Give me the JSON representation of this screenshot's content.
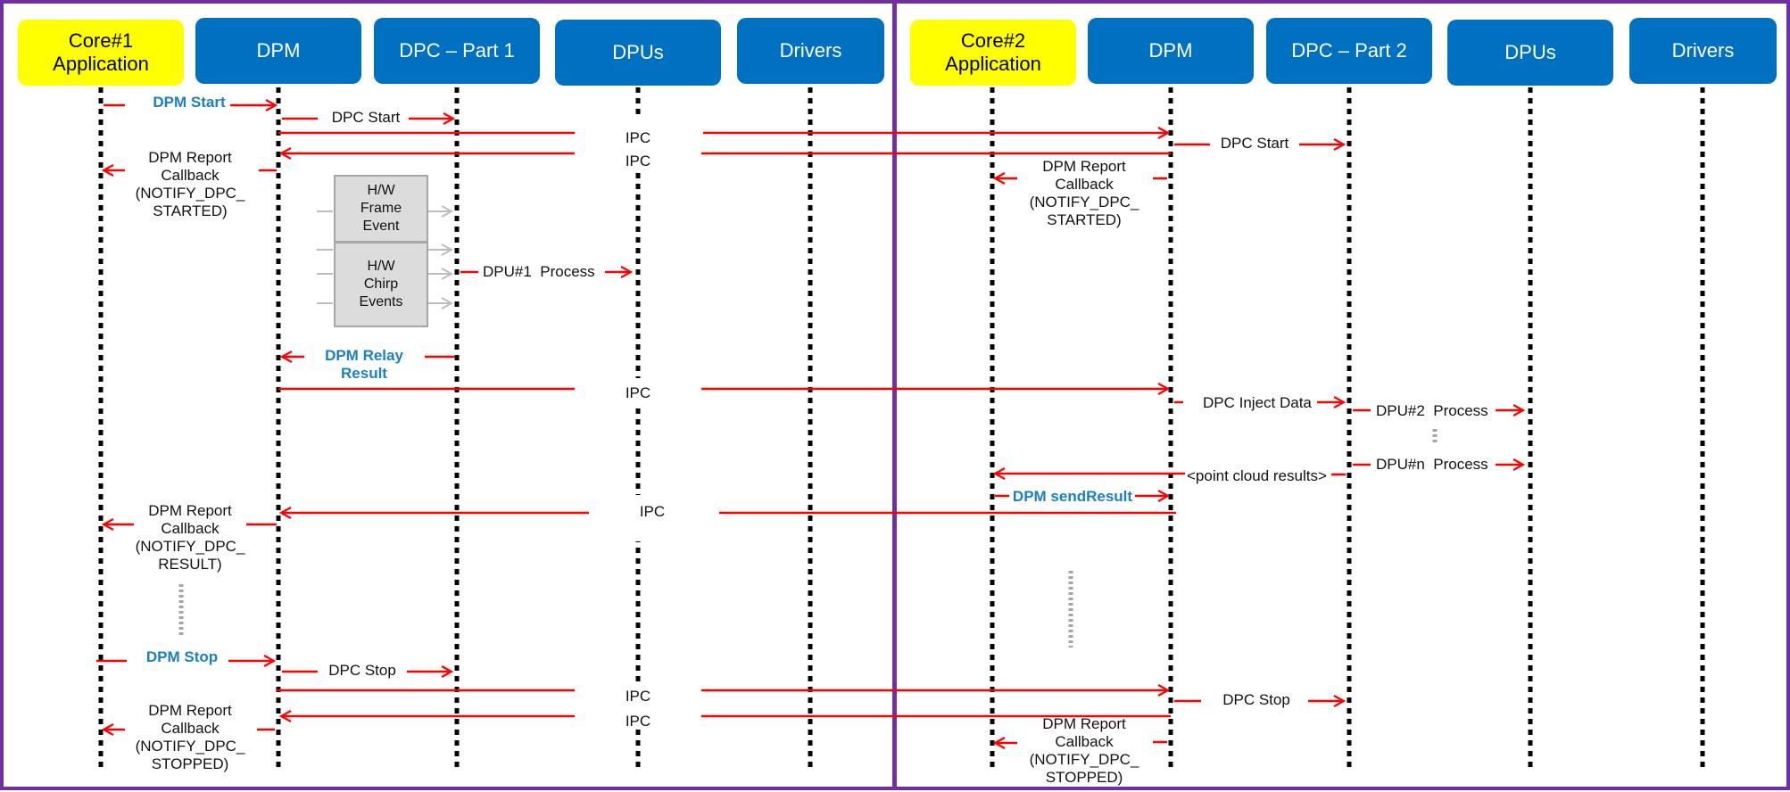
{
  "colors": {
    "frame": "#7030a0",
    "arrow": "#ff0000",
    "core_header": "#ffff00",
    "block_header": "#0070c0",
    "label_blue": "#1b7fc4"
  },
  "left": {
    "headers": {
      "app": "Core#1\nApplication",
      "dpm": "DPM",
      "dpc": "DPC – Part 1",
      "dpus": "DPUs",
      "drivers": "Drivers"
    },
    "messages": {
      "dpm_start": "DPM Start",
      "dpc_start": "DPC Start",
      "ipc_1": "IPC",
      "ipc_2": "IPC",
      "report_started": "DPM Report\nCallback\n(NOTIFY_DPC_\nSTARTED)",
      "hw_frame": "H/W\nFrame\nEvent",
      "hw_chirp": "H/W\nChirp\nEvents",
      "dpu1_process": "DPU#1  Process",
      "relay_result": "DPM Relay\nResult",
      "ipc_3": "IPC",
      "ipc_4": "IPC",
      "report_result": "DPM Report\nCallback\n(NOTIFY_DPC_\nRESULT)",
      "dpm_stop": "DPM Stop",
      "dpc_stop": "DPC Stop",
      "ipc_5": "IPC",
      "ipc_6": "IPC",
      "report_stopped": "DPM Report\nCallback\n(NOTIFY_DPC_\nSTOPPED)"
    }
  },
  "right": {
    "headers": {
      "app": "Core#2\nApplication",
      "dpm": "DPM",
      "dpc": "DPC – Part 2",
      "dpus": "DPUs",
      "drivers": "Drivers"
    },
    "messages": {
      "dpc_start": "DPC Start",
      "report_started": "DPM Report\nCallback\n(NOTIFY_DPC_\nSTARTED)",
      "inject_data": "DPC Inject Data",
      "dpu2_process": "DPU#2  Process",
      "point_cloud": "<point cloud results>",
      "dpun_process": "DPU#n  Process",
      "send_result": "DPM sendResult",
      "dpc_stop": "DPC Stop",
      "report_stopped": "DPM Report\nCallback\n(NOTIFY_DPC_\nSTOPPED)"
    }
  }
}
